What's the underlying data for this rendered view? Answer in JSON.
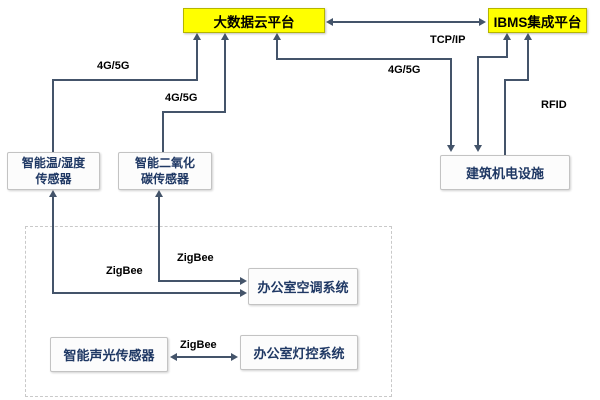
{
  "colors": {
    "platform_fill": "#ffff00",
    "platform_border": "#b5b500",
    "node_fill": "#fcfcfc",
    "node_border": "#c3c3c3",
    "node_text": "#1f3864",
    "line": "#44546a",
    "label_text": "#000000",
    "dashed_border": "#c9c9c9"
  },
  "nodes": {
    "cloud": {
      "label": "大数据云平台"
    },
    "ibms": {
      "label": "IBMS集成平台"
    },
    "temp_sensor": {
      "line1": "智能温/湿度",
      "line2": "传感器"
    },
    "co2_sensor": {
      "line1": "智能二氧化",
      "line2": "碳传感器"
    },
    "building": {
      "label": "建筑机电设施"
    },
    "ac_system": {
      "label": "办公室空调系统"
    },
    "sound_sensor": {
      "label": "智能声光传感器"
    },
    "light_system": {
      "label": "办公室灯控系统"
    }
  },
  "edges": {
    "temp_to_cloud": {
      "label": "4G/5G"
    },
    "co2_to_cloud": {
      "label": "4G/5G"
    },
    "cloud_to_building": {
      "label": "4G/5G"
    },
    "ibms_to_building": {
      "label": "TCP/IP"
    },
    "building_to_ibms": {
      "label": "RFID"
    },
    "temp_to_ac": {
      "label": "ZigBee"
    },
    "co2_to_ac": {
      "label": "ZigBee"
    },
    "sound_to_light": {
      "label": "ZigBee"
    }
  }
}
